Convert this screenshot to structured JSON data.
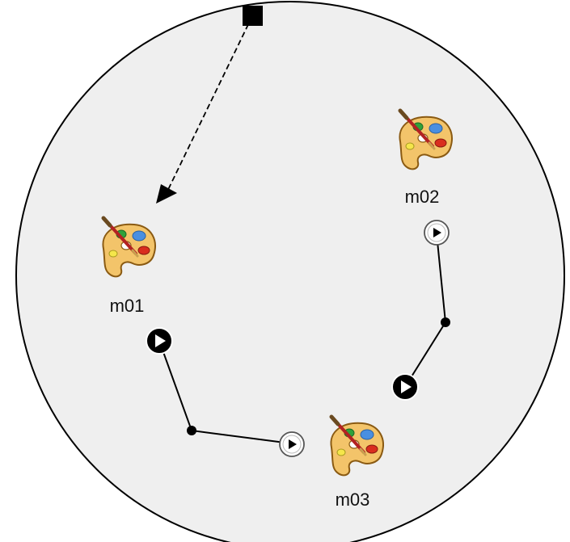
{
  "nodes": [
    {
      "id": "m01",
      "label": "m01",
      "icon": "palette-icon"
    },
    {
      "id": "m02",
      "label": "m02",
      "icon": "palette-icon"
    },
    {
      "id": "m03",
      "label": "m03",
      "icon": "palette-icon"
    }
  ],
  "connections": [
    {
      "from": "m01",
      "to": "m03",
      "from_port": "output-port",
      "to_port": "input-port"
    },
    {
      "from": "m03",
      "to": "m02",
      "from_port": "output-port",
      "to_port": "input-port"
    }
  ],
  "start_pointer": {
    "target": "m01",
    "style": "dashed"
  },
  "colors": {
    "canvas": "#efefef",
    "outline": "#000000",
    "output_port": "#000000",
    "input_port": "#ffffff",
    "palette_body": "#f3c46a",
    "palette_outline": "#8a5a12",
    "paint_blue": "#4a8fe0",
    "paint_green": "#2fa23a",
    "paint_red": "#d92d1e",
    "paint_yellow": "#f5e64a",
    "brush_handle": "#b32222"
  }
}
